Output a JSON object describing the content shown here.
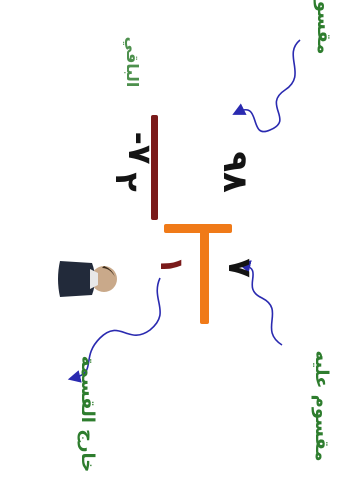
{
  "labels": {
    "dividend": "مقسوم",
    "divisor": "مقسوم عليه",
    "quotient": "خارج القسمة",
    "remainder": "الباقي"
  },
  "division": {
    "dividend_digits": "٩٨",
    "divisor_digit": "٧",
    "quotient_digit": "١",
    "remainder_row": "٢",
    "subtraction_row": "-٧"
  },
  "colors": {
    "label_green": "#2e7d2e",
    "arrow_blue": "#2a2ab0",
    "bracket_orange": "#f07a18",
    "subtraction_line": "#7a1a1a",
    "digits": "#141414"
  },
  "icons": {
    "person": "person-icon"
  }
}
